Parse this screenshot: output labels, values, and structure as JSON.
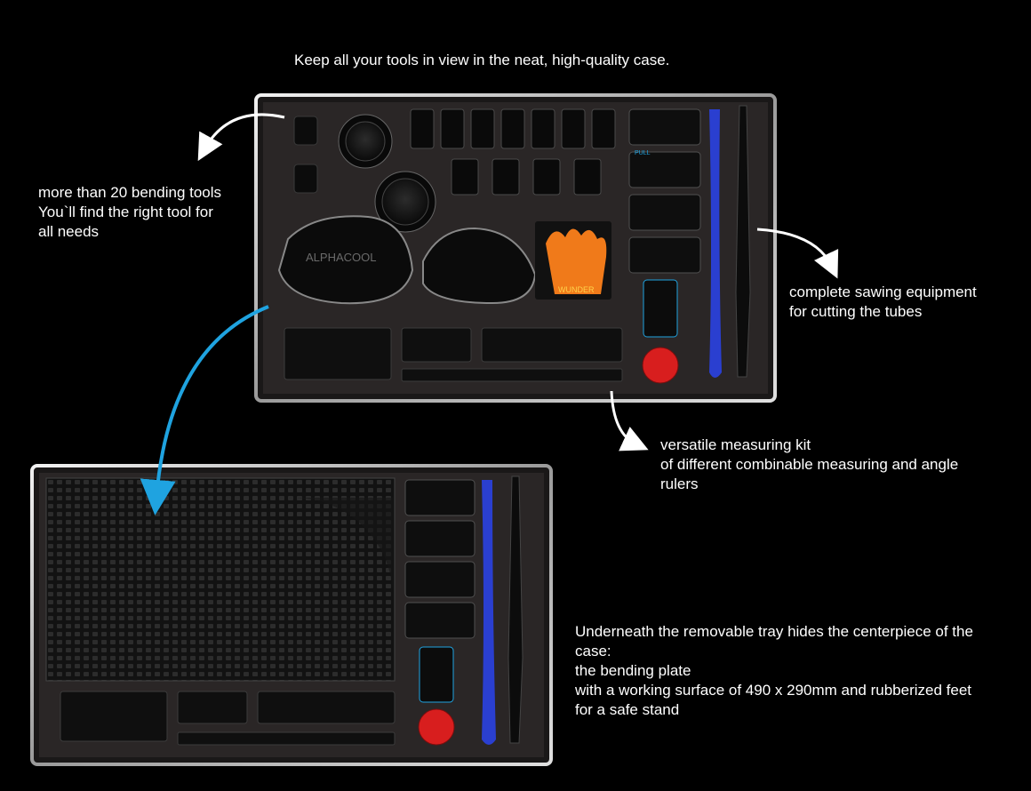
{
  "captions": {
    "top": "Keep all your tools in view in the neat, high-quality case.",
    "bending": [
      "more than 20 bending tools",
      "You`ll find the right tool for",
      "all needs"
    ],
    "sawing": [
      "complete sawing equipment",
      "for cutting the tubes"
    ],
    "measuring": [
      "versatile measuring kit",
      "of different combinable measuring and angle",
      "rulers"
    ],
    "plate": [
      "Underneath the removable tray hides the centerpiece of the",
      "case:",
      "the bending plate",
      "with a working surface of 490 x 290mm and rubberized feet",
      "for a safe stand"
    ]
  },
  "product_marks": {
    "lid_logo": "ALPHACOOL",
    "glove_brand": "WUNDER",
    "pull_tag": "PULL"
  },
  "colors": {
    "background": "#000000",
    "foam": "#2a2626",
    "case_frame": "#d8d8d8",
    "arrow_white": "#ffffff",
    "arrow_blue": "#1fa3e0",
    "glove_orange": "#f07a1a",
    "tool_blue": "#2a3fd0",
    "cutter_red": "#d81e1e"
  }
}
